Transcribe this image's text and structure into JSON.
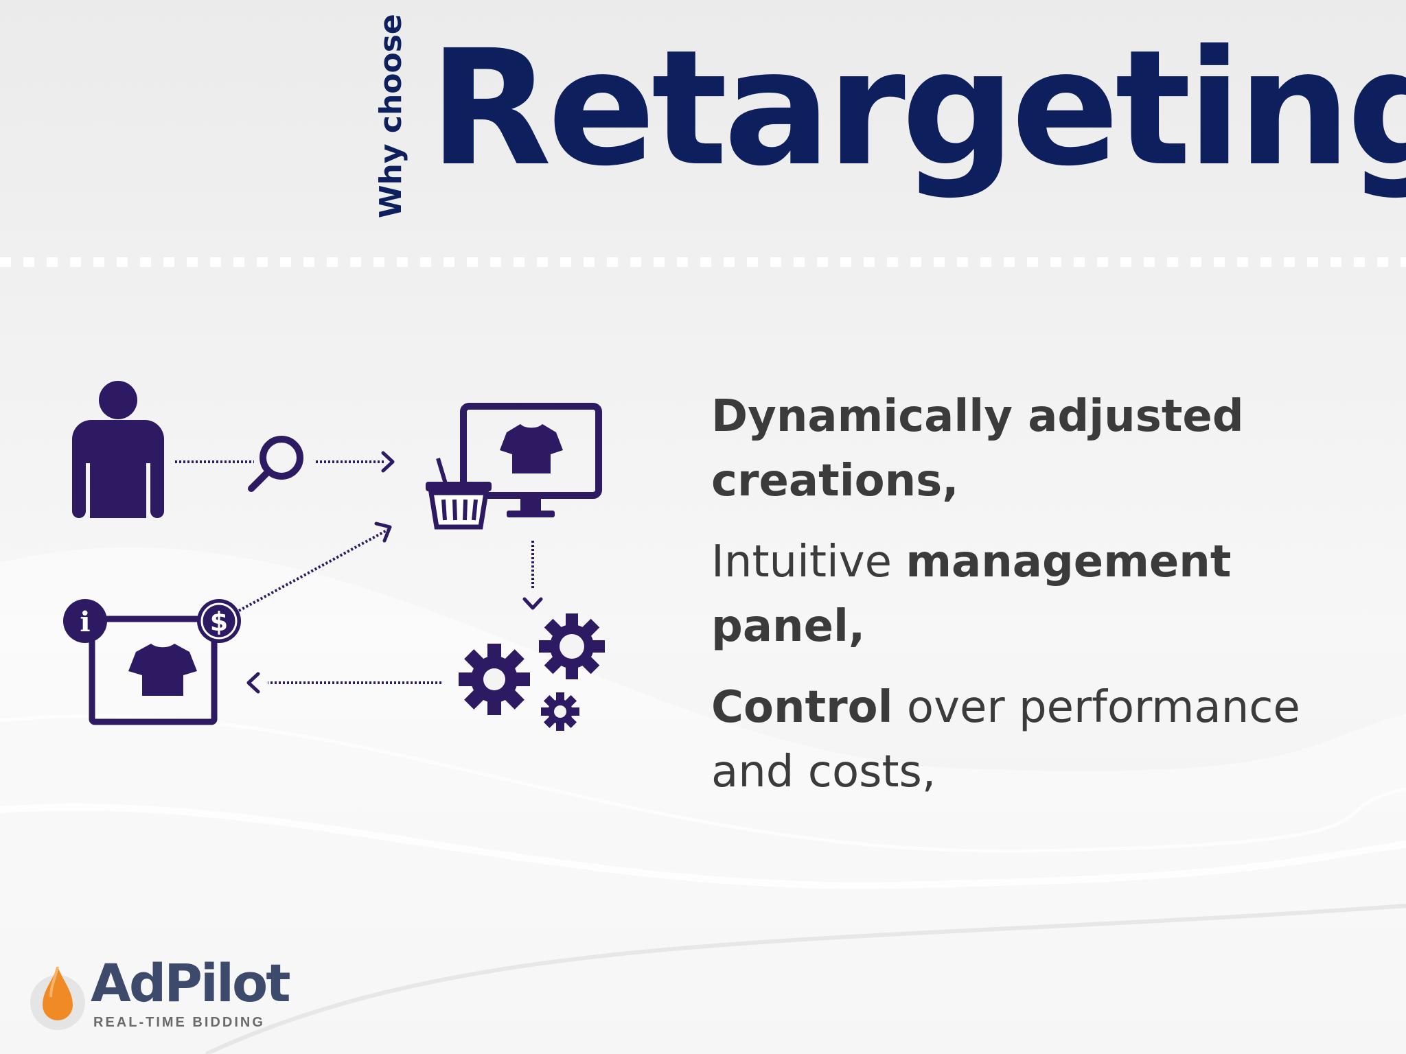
{
  "colors": {
    "title": "#0d1f5c",
    "icon": "#2e1a63",
    "body_text": "#3b3b3b",
    "logo_text": "#3d4a6b",
    "logo_drop": "#f08a24"
  },
  "header": {
    "kicker": "Why choose",
    "title": "Retargeting"
  },
  "diagram": {
    "icons": [
      "user-icon",
      "search-icon",
      "shopping-basket-icon",
      "monitor-tshirt-icon",
      "gears-icon",
      "ad-banner-tshirt-icon",
      "info-icon",
      "dollar-icon"
    ],
    "info_glyph": "i",
    "dollar_glyph": "$"
  },
  "benefits": {
    "item1": {
      "bold": "Dynamically adjusted creations,"
    },
    "item2": {
      "plain": "Intuitive ",
      "bold": "management panel,"
    },
    "item3": {
      "bold": "Control",
      "plain": " over performance and costs,"
    }
  },
  "logo": {
    "name": "AdPilot",
    "tagline": "REAL-TIME BIDDING"
  }
}
